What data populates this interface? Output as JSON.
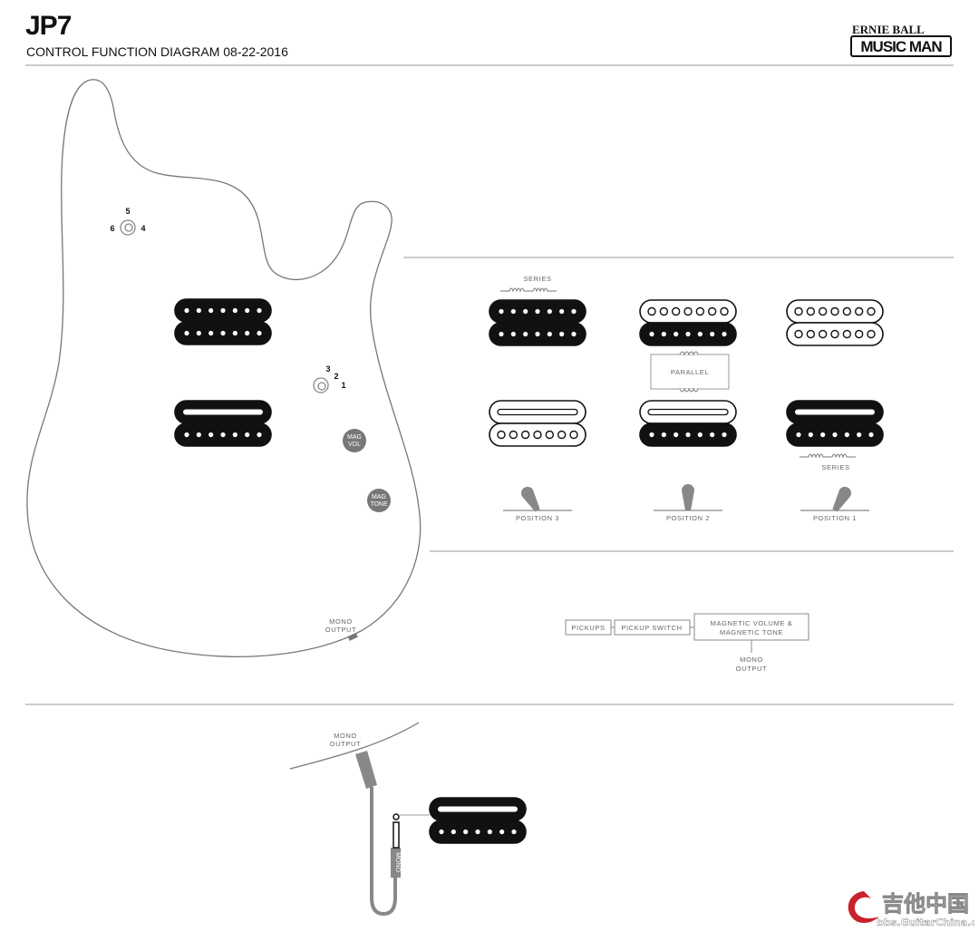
{
  "header": {
    "title": "JP7",
    "subtitle": "CONTROL FUNCTION DIAGRAM 08-22-2016",
    "logo_top": "ERNIE BALL",
    "logo_bottom": "MUSIC MAN"
  },
  "body_diagram": {
    "pickup_selector_numbers": [
      "3",
      "2",
      "1"
    ],
    "piezo_selector_numbers": [
      "5",
      "6",
      "4"
    ],
    "mag_vol": [
      "MAG",
      "VOL"
    ],
    "mag_tone": [
      "MAG",
      "TONE"
    ],
    "mono_output": [
      "MONO",
      "OUTPUT"
    ]
  },
  "positions": [
    {
      "label": "POSITION 3",
      "neck_top": "black-dots",
      "neck_bottom": "black-dots",
      "bridge_top": "white-blade",
      "bridge_bottom": "white-dots",
      "wiring": "SERIES"
    },
    {
      "label": "POSITION 2",
      "neck_top": "white-dots",
      "neck_bottom": "black-dots",
      "bridge_top": "white-blade",
      "bridge_bottom": "black-dots",
      "wiring": "PARALLEL"
    },
    {
      "label": "POSITION 1",
      "neck_top": "white-dots",
      "neck_bottom": "white-dots",
      "bridge_top": "black-blade",
      "bridge_bottom": "black-dots",
      "wiring": "SERIES"
    }
  ],
  "signal_flow": {
    "pickups": "PICKUPS",
    "pickup_switch": "PICKUP SWITCH",
    "mag_controls": [
      "MAGNETIC VOLUME &",
      "MAGNETIC TONE"
    ],
    "output": [
      "MONO",
      "OUTPUT"
    ]
  },
  "output_detail": {
    "jack_label": [
      "MONO",
      "OUTPUT"
    ],
    "cable_label": "MONO"
  },
  "watermark": {
    "name": "吉他中国",
    "url": "bbs.GuitarChina.com"
  },
  "colors": {
    "ink": "#111111",
    "gray": "#777777",
    "line": "#999999",
    "brand_red": "#c8232c"
  }
}
